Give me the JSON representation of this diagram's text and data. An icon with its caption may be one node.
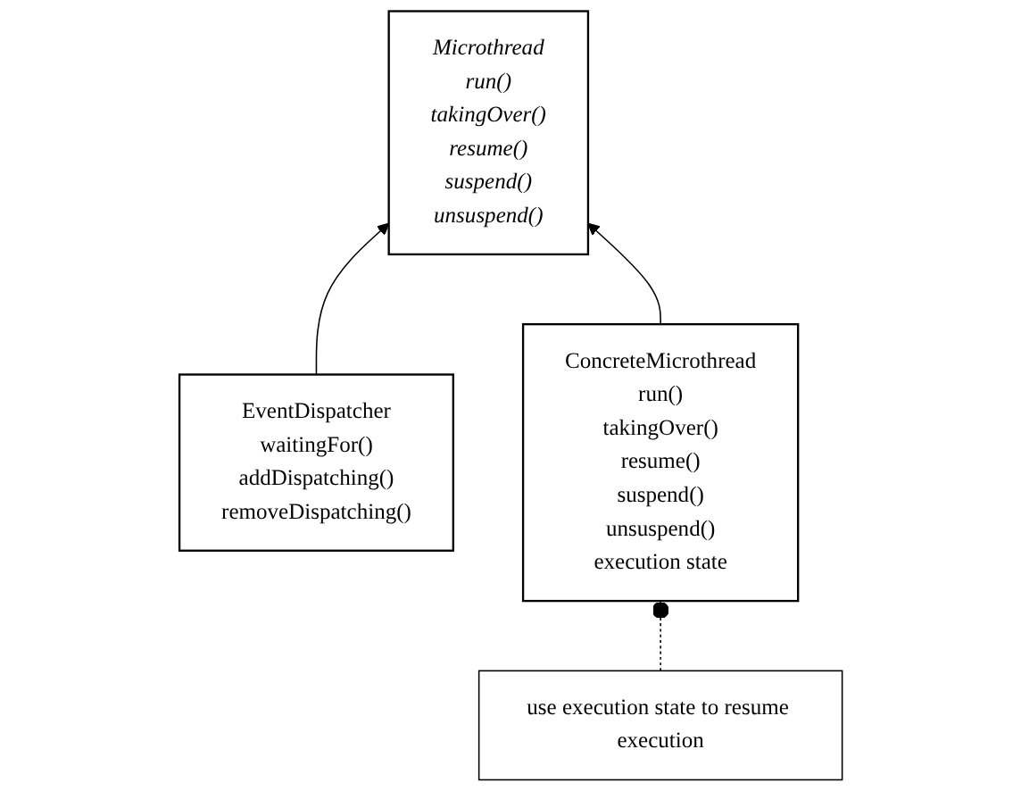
{
  "diagram": {
    "nodes": [
      {
        "text": [
          "Microthread",
          "run()",
          "takingOver()",
          "resume()",
          "suspend()",
          "unsuspend()"
        ]
      },
      {
        "text": [
          "EventDispatcher",
          "waitingFor()",
          "addDispatching()",
          "removeDispatching()"
        ]
      },
      {
        "text": [
          "ConcreteMicrothread",
          "run()",
          "takingOver()",
          "resume()",
          "suspend()",
          "unsuspend()",
          "execution state"
        ]
      },
      {
        "text": [
          "use execution state to resume execution"
        ]
      }
    ],
    "edges": [
      {
        "from": 1,
        "to": 0,
        "arrow": "to"
      },
      {
        "from": 2,
        "to": 0,
        "arrow": "to"
      },
      {
        "from": 2,
        "to": 3,
        "arrow": "other",
        "style": "dashed"
      }
    ]
  }
}
